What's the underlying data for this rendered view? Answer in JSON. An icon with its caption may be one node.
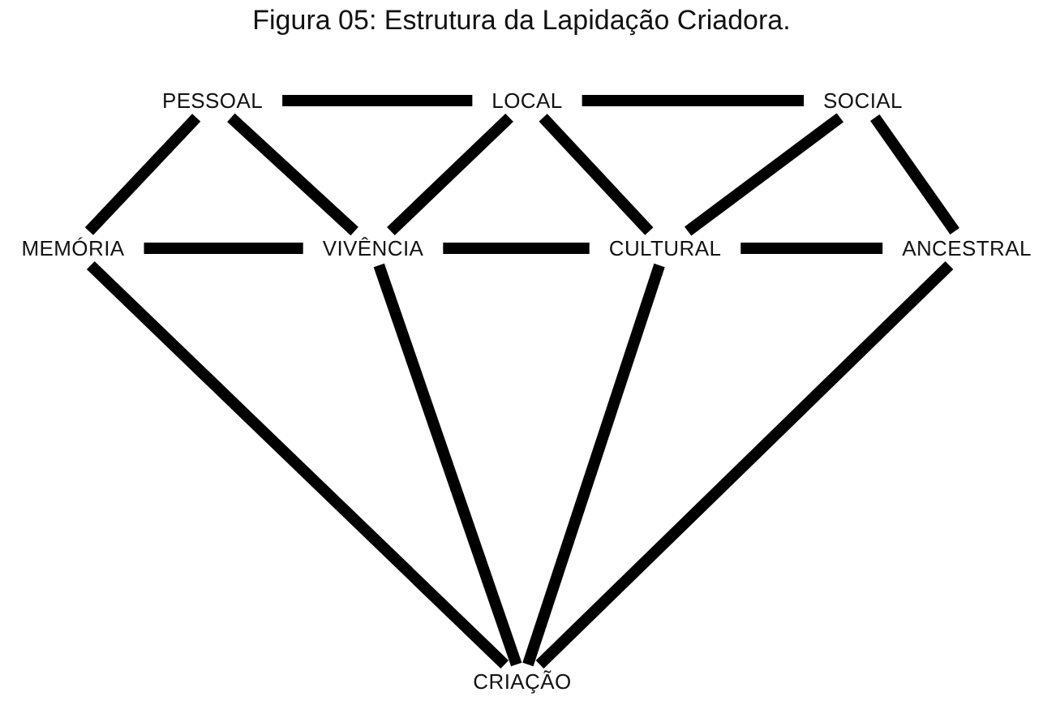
{
  "diagram": {
    "title": "Figura 05: Estrutura da Lapidação Criadora.",
    "nodes": [
      {
        "text": [
          "PESSOAL"
        ]
      },
      {
        "text": [
          "LOCAL"
        ]
      },
      {
        "text": [
          "SOCIAL"
        ]
      },
      {
        "text": [
          "MEMÓRIA"
        ]
      },
      {
        "text": [
          "VIVÊNCIA"
        ]
      },
      {
        "text": [
          "CULTURAL"
        ]
      },
      {
        "text": [
          "ANCESTRAL"
        ]
      },
      {
        "text": [
          "CRIAÇÃO"
        ]
      }
    ],
    "edges": [
      {
        "from": 0,
        "to": 1,
        "arrow": "none"
      },
      {
        "from": 1,
        "to": 2,
        "arrow": "none"
      },
      {
        "from": 0,
        "to": 3,
        "arrow": "none"
      },
      {
        "from": 0,
        "to": 4,
        "arrow": "none"
      },
      {
        "from": 1,
        "to": 4,
        "arrow": "none"
      },
      {
        "from": 1,
        "to": 5,
        "arrow": "none"
      },
      {
        "from": 2,
        "to": 5,
        "arrow": "none"
      },
      {
        "from": 2,
        "to": 6,
        "arrow": "none"
      },
      {
        "from": 3,
        "to": 4,
        "arrow": "none"
      },
      {
        "from": 4,
        "to": 5,
        "arrow": "none"
      },
      {
        "from": 5,
        "to": 6,
        "arrow": "none"
      },
      {
        "from": 3,
        "to": 7,
        "arrow": "none"
      },
      {
        "from": 4,
        "to": 7,
        "arrow": "none"
      },
      {
        "from": 5,
        "to": 7,
        "arrow": "none"
      },
      {
        "from": 6,
        "to": 7,
        "arrow": "none"
      }
    ]
  }
}
